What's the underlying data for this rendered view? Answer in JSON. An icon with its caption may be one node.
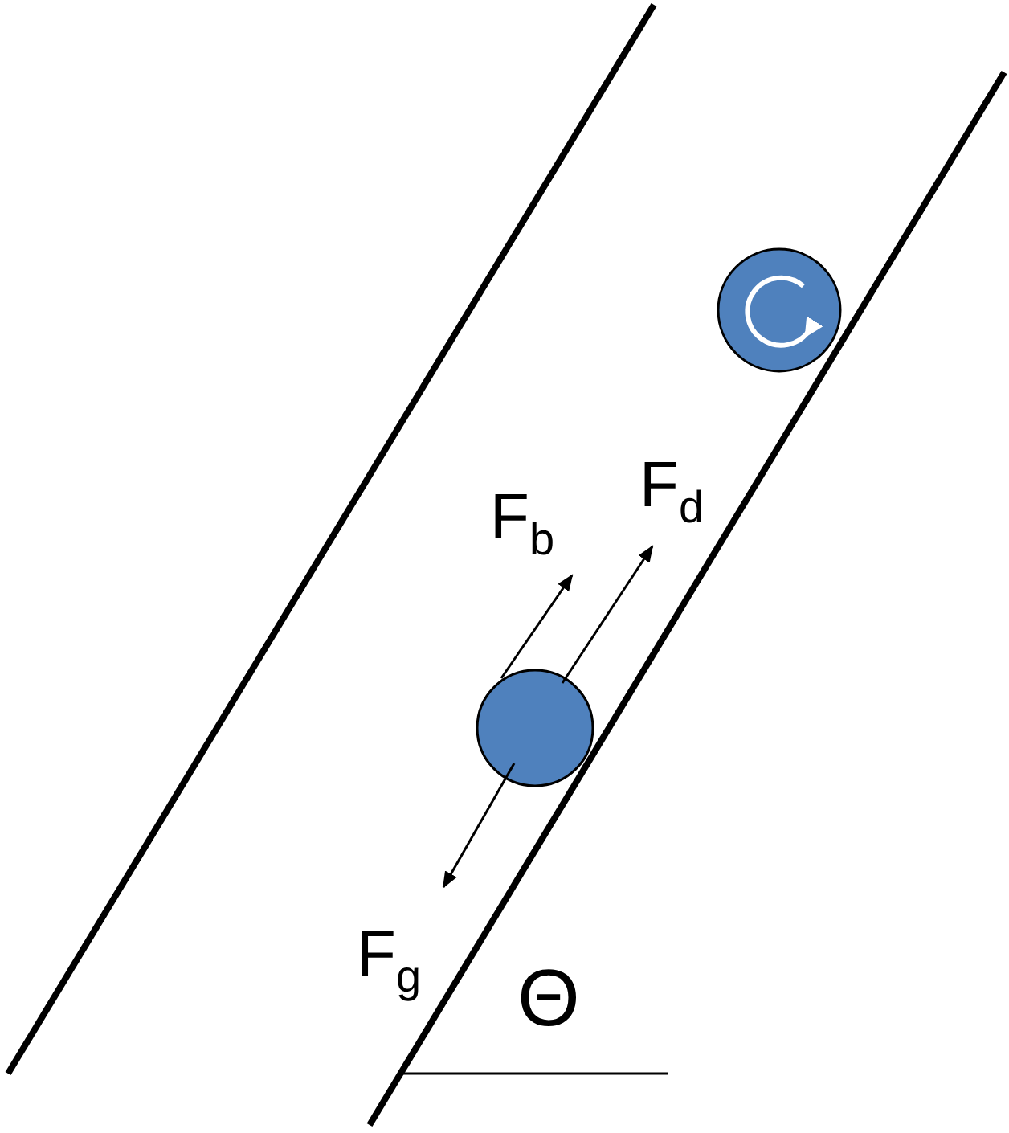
{
  "diagram": {
    "labels": [
      "F$_{b}$",
      "F$_{d}$",
      "F$_{g}$",
      "Θ"
    ]
  }
}
